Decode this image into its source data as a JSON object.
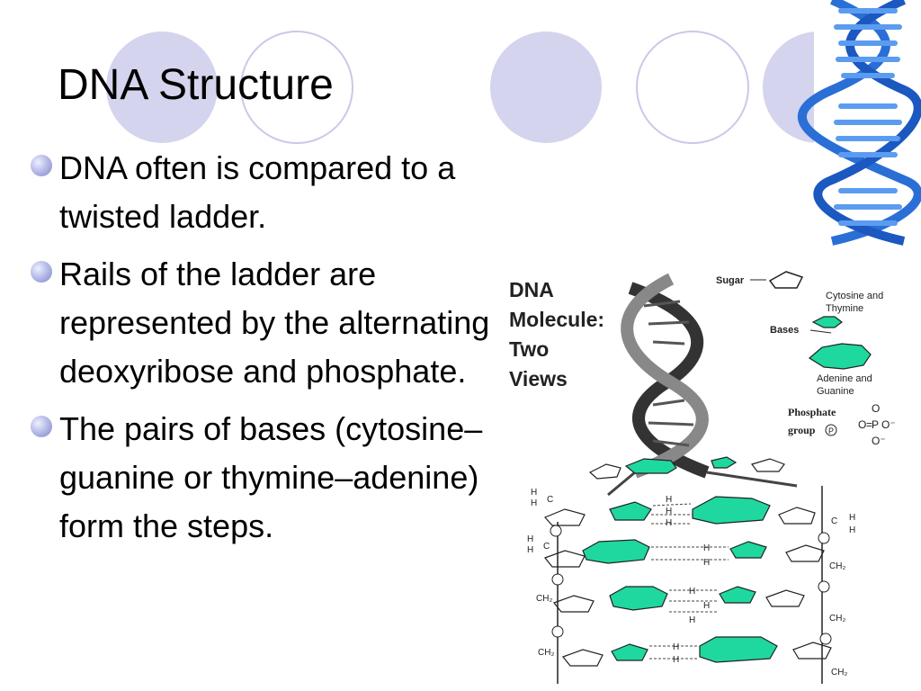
{
  "slide": {
    "title": "DNA Structure",
    "bullets": [
      {
        "text": "DNA often is compared to a twisted ladder."
      },
      {
        "text": "Rails of the ladder are represented by the alternating deoxyribose and phosphate."
      },
      {
        "text": "The pairs of bases (cytosine–guanine or thymine–adenine) form the steps."
      }
    ]
  },
  "figure": {
    "heading_lines": [
      "DNA",
      "Molecule:",
      "Two",
      "Views"
    ],
    "legend": {
      "sugar": "Sugar",
      "cytosine_thymine_lines": [
        "Cytosine and",
        "Thymine"
      ],
      "bases": "Bases",
      "adenine_guanine_lines": [
        "Adenine and",
        "Guanine"
      ],
      "phosphate_lines": [
        "Phosphate",
        "group"
      ],
      "phosphate_symbol": "P",
      "formula": {
        "o": "O",
        "p": "P",
        "o_minus": "O⁻",
        "eq": "="
      }
    },
    "atoms": {
      "h": "H",
      "c": "C",
      "ch2": "CH₂",
      "p": "P"
    }
  },
  "colors": {
    "circle_fill": "#d4d4ee",
    "circle_stroke": "#c9c9e8",
    "base_green": "#1fd8a0",
    "helix_blue": "#2a6fd6"
  }
}
